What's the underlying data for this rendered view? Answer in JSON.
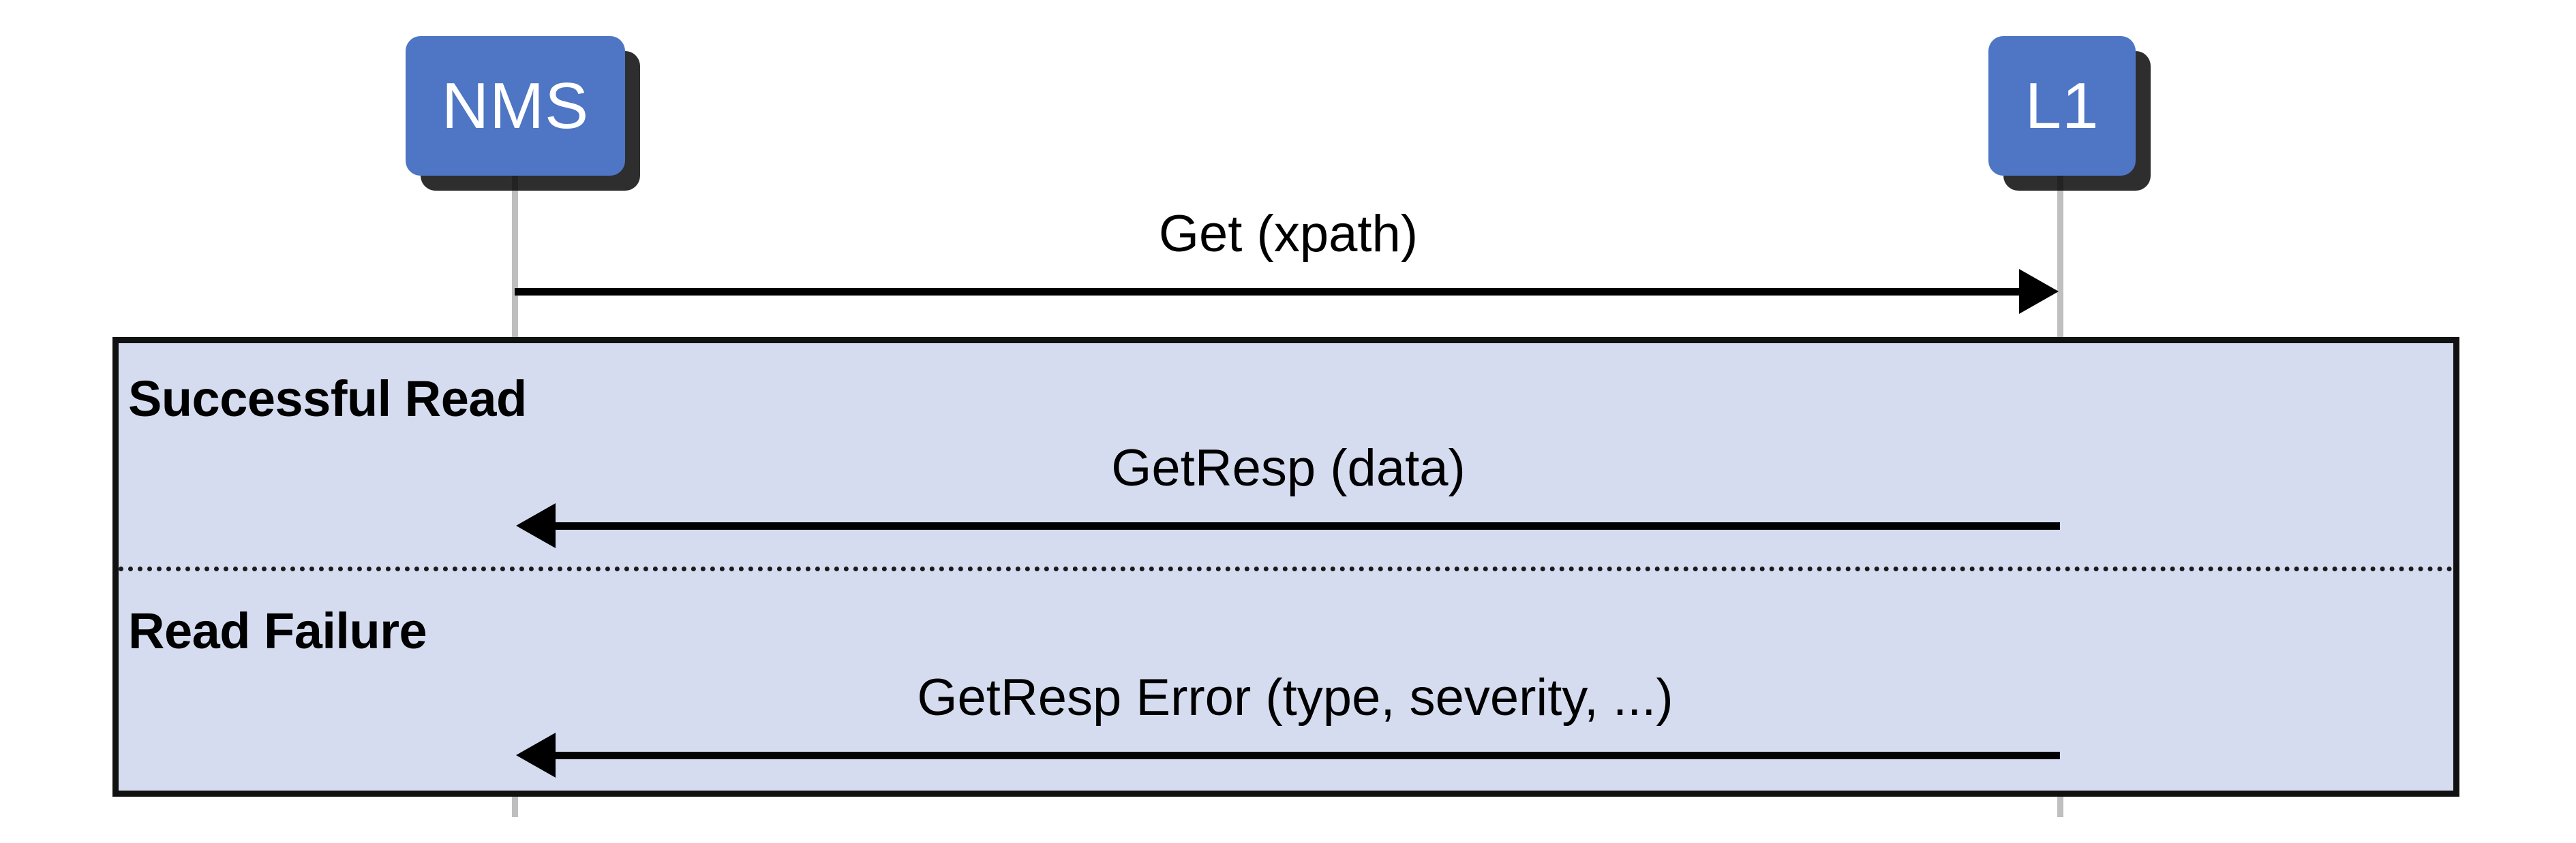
{
  "diagram": {
    "type": "sequence-diagram",
    "title": "",
    "participants": [
      {
        "id": "nms",
        "label": "NMS"
      },
      {
        "id": "l1",
        "label": "L1"
      }
    ],
    "messages": [
      {
        "id": "get",
        "label": "Get (xpath)",
        "from": "NMS",
        "to": "L1",
        "direction": "right",
        "style": "solid"
      },
      {
        "id": "getresp",
        "label": "GetResp (data)",
        "from": "L1",
        "to": "NMS",
        "direction": "left",
        "style": "solid"
      },
      {
        "id": "getresp-error",
        "label": "GetResp Error (type, severity, ...)",
        "from": "L1",
        "to": "NMS",
        "direction": "left",
        "style": "solid"
      }
    ],
    "fragment": {
      "sections": [
        {
          "id": "successful-read",
          "label": "Successful Read"
        },
        {
          "id": "read-failure",
          "label": "Read Failure"
        }
      ],
      "divider": "dotted"
    },
    "colors": {
      "participant_fill": "#4e76c4",
      "participant_text": "#ffffff",
      "fragment_fill": "#d5dcef",
      "fragment_border": "#111111",
      "lifeline": "#bfbfbf",
      "message_line": "#000000",
      "background": "#ffffff"
    }
  }
}
